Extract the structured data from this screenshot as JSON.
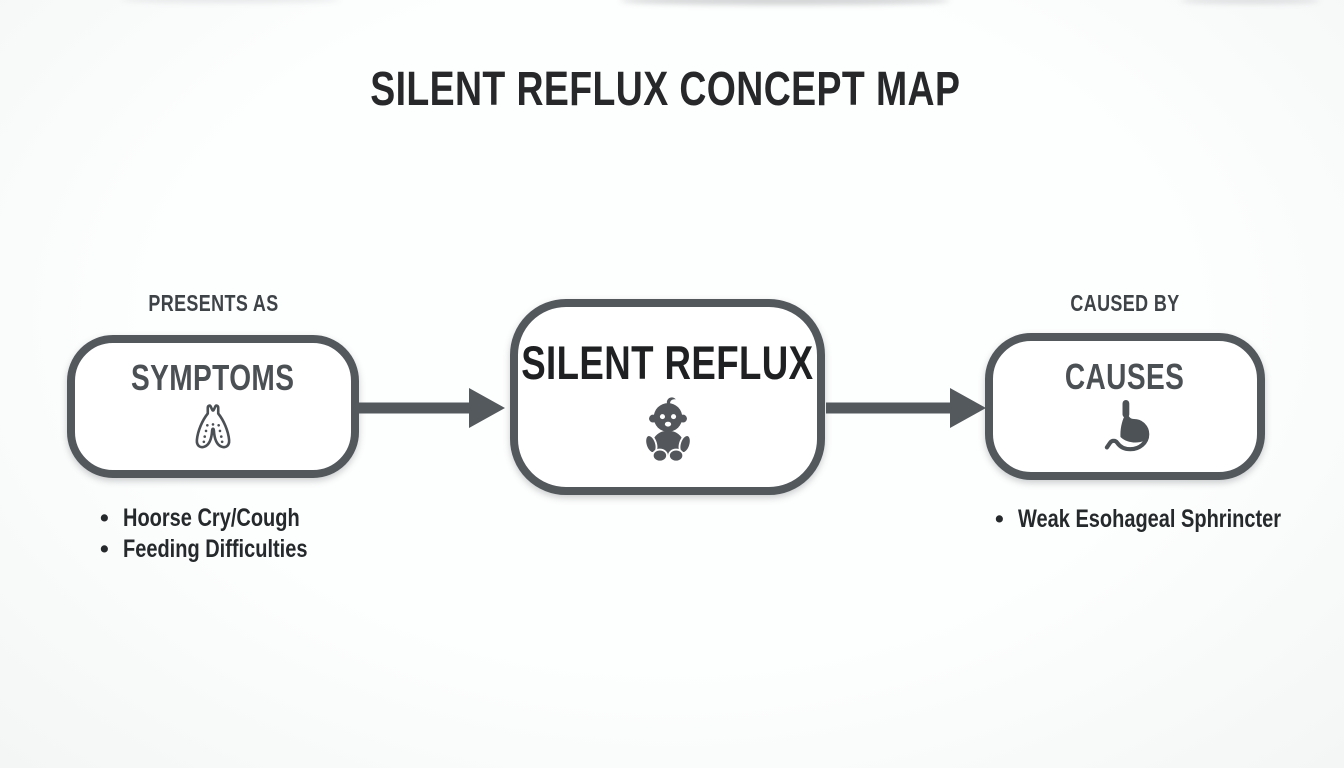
{
  "title": "SILENT REFLUX CONCEPT MAP",
  "center_node": {
    "label": "SILENT REFLUX",
    "icon": "baby-icon"
  },
  "left_branch": {
    "relation_label": "PRESENTS AS",
    "node_label": "SYMPTOMS",
    "icon": "lungs-icon",
    "bullets": [
      "Hoorse Cry/Cough",
      "Feeding Difficulties"
    ]
  },
  "right_branch": {
    "relation_label": "CAUSED BY",
    "node_label": "CAUSES",
    "icon": "stomach-icon",
    "bullets": [
      "Weak Esohageal Sphrincter"
    ]
  },
  "colors": {
    "background": "#fafbfb",
    "box_border": "#53585d",
    "arrow": "#54595d",
    "title_text": "#26282a",
    "relation_label_text": "#3e4347",
    "node_label_gray": "#4b5055",
    "node_label_dark": "#1e2022",
    "bullet_text": "#26292b"
  }
}
